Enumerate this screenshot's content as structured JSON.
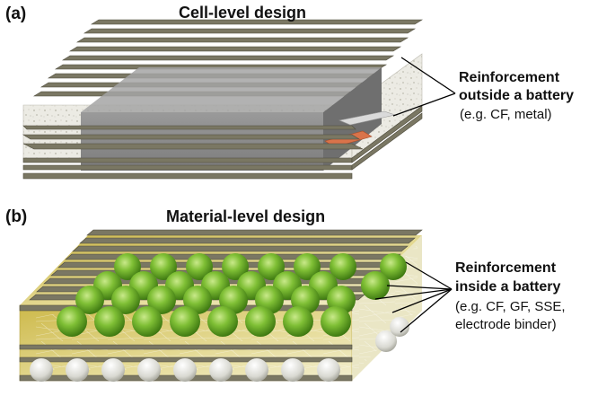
{
  "panel_a": {
    "label": "(a)",
    "title": "Cell-level design",
    "callout": {
      "line1": "Reinforcement",
      "line2": "outside a battery",
      "line3": "(e.g. CF, metal)"
    }
  },
  "panel_b": {
    "label": "(b)",
    "title": "Material-level design",
    "callout": {
      "line1": "Reinforcement",
      "line2": "inside a battery",
      "line3": "(e.g. CF, GF, SSE,",
      "line4": "electrode binder)"
    }
  },
  "colors": {
    "laminate_ply": "#7a7763",
    "laminate_edge": "#4e4b3c",
    "speckle_fill": "#ecebe4",
    "battery_cell": "#8a8a8a",
    "electrode_tab_copper": "#d9734a",
    "electrode_tab_aluminum": "#dadada",
    "particle_green": "#6fb02f",
    "yellow_matrix": "#d8c660",
    "callout_line": "#000000"
  }
}
